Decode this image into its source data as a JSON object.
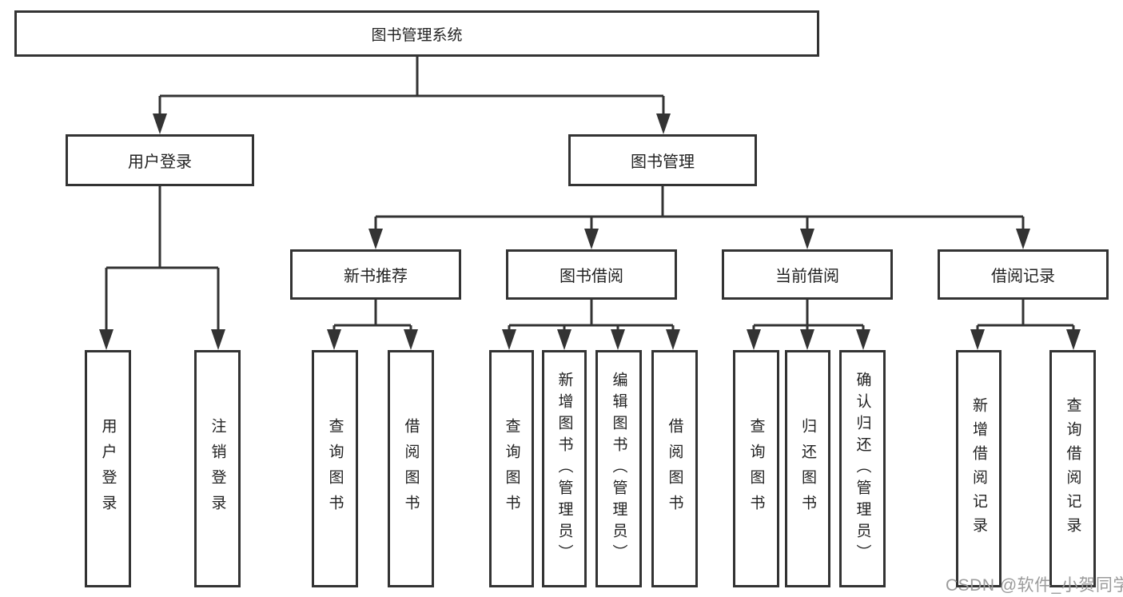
{
  "diagram": {
    "title_node": {
      "label": "图书管理系统"
    },
    "level2": [
      {
        "label": "用户登录"
      },
      {
        "label": "图书管理"
      }
    ],
    "level3": [
      {
        "label": "新书推荐",
        "parent": "图书管理"
      },
      {
        "label": "图书借阅",
        "parent": "图书管理"
      },
      {
        "label": "当前借阅",
        "parent": "图书管理"
      },
      {
        "label": "借阅记录",
        "parent": "图书管理"
      }
    ],
    "leaves": [
      {
        "label": "用户登录",
        "parent": "用户登录"
      },
      {
        "label": "注销登录",
        "parent": "用户登录"
      },
      {
        "label": "查询图书",
        "parent": "新书推荐"
      },
      {
        "label": "借阅图书",
        "parent": "新书推荐"
      },
      {
        "label": "查询图书",
        "parent": "图书借阅"
      },
      {
        "label": "新增图书（管理员）",
        "parent": "图书借阅"
      },
      {
        "label": "编辑图书（管理员）",
        "parent": "图书借阅"
      },
      {
        "label": "借阅图书",
        "parent": "图书借阅"
      },
      {
        "label": "查询图书",
        "parent": "当前借阅"
      },
      {
        "label": "归还图书",
        "parent": "当前借阅"
      },
      {
        "label": "确认归还（管理员）",
        "parent": "当前借阅"
      },
      {
        "label": "新增借阅记录",
        "parent": "借阅记录"
      },
      {
        "label": "查询借阅记录",
        "parent": "借阅记录"
      }
    ],
    "colors": {
      "line": "#333333",
      "box_border": "#333333",
      "text": "#222222",
      "watermark": "#9b9b9b",
      "background": "#ffffff"
    },
    "watermark": {
      "text": "CSDN @软件_小贺同学"
    }
  }
}
